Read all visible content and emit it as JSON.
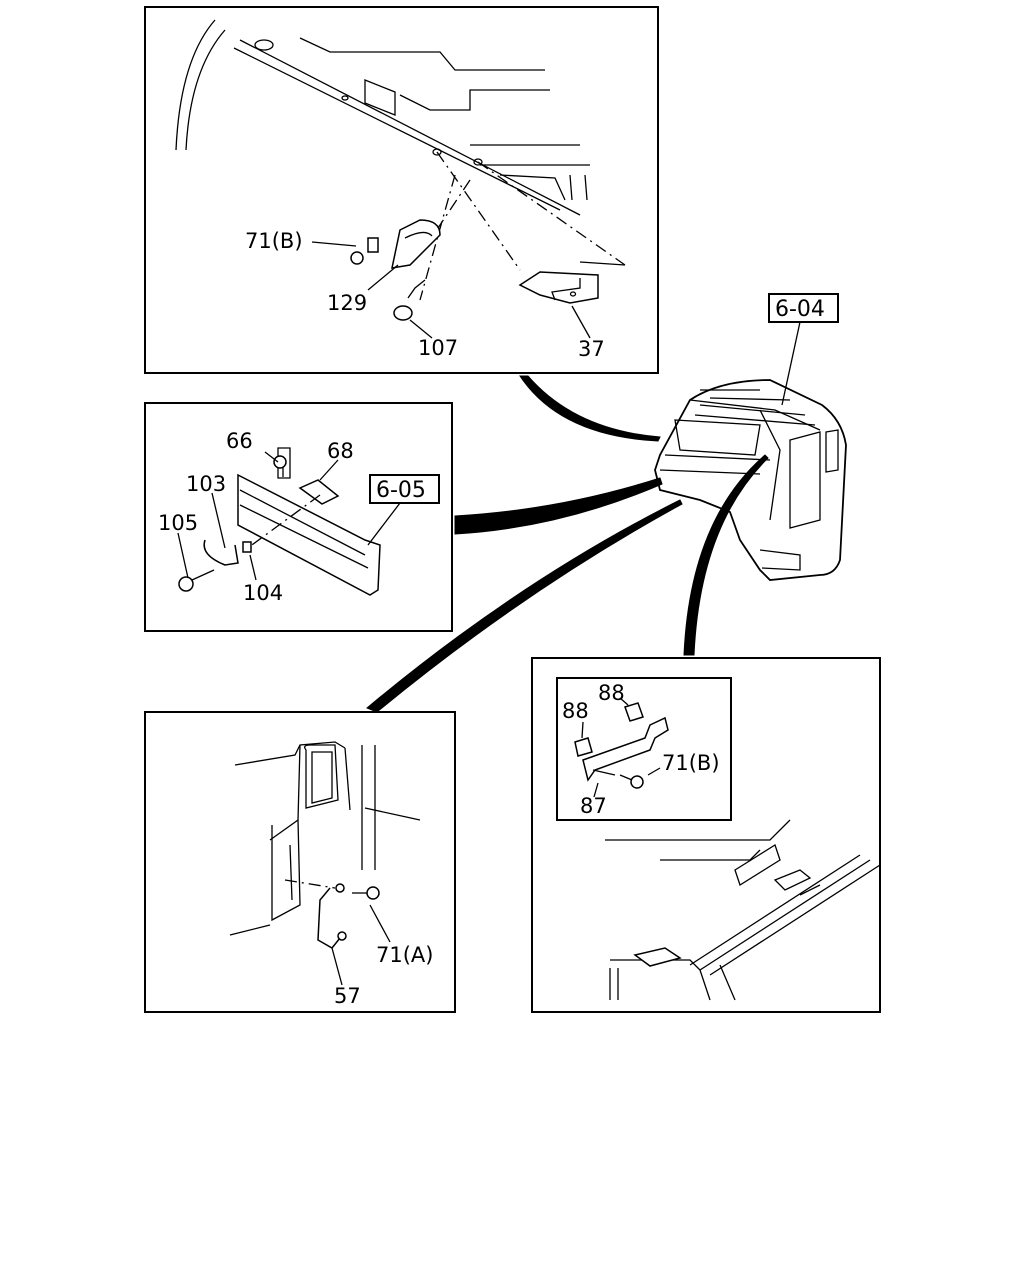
{
  "diagram": {
    "ref_boxes": {
      "cab": "6-04",
      "panel": "6-05"
    },
    "panel_top": {
      "callouts": [
        "71(B)",
        "129",
        "107",
        "37"
      ]
    },
    "panel_middle": {
      "callouts": [
        "66",
        "68",
        "103",
        "105",
        "104"
      ]
    },
    "panel_lower_left": {
      "callouts": [
        "71(A)",
        "57"
      ]
    },
    "panel_lower_right": {
      "callouts": [
        "88",
        "88",
        "71(B)",
        "87"
      ]
    }
  }
}
